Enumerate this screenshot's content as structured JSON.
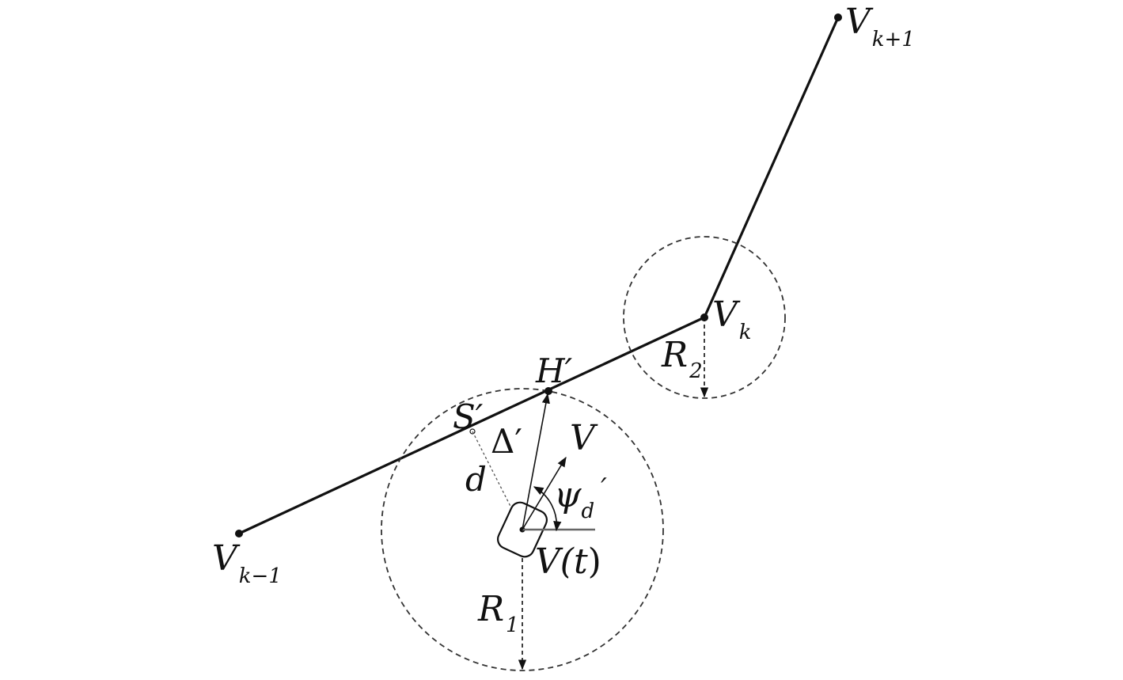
{
  "labels": {
    "v_prev": {
      "base": "V",
      "sub": "k−1"
    },
    "v_curr": {
      "base": "V",
      "sub": "k"
    },
    "v_next": {
      "base": "V",
      "sub": "k+1"
    },
    "h_prime": "H′",
    "s_prime": "S′",
    "delta_prime": "Δ′",
    "d": "d",
    "velocity": "V",
    "psi": {
      "base": "ψ",
      "sub": "d",
      "prime": "′"
    },
    "vt": {
      "base": "V(",
      "t": "t",
      "close": ")"
    },
    "r1": {
      "base": "R",
      "sub": "1"
    },
    "r2": {
      "base": "R",
      "sub": "2"
    }
  }
}
